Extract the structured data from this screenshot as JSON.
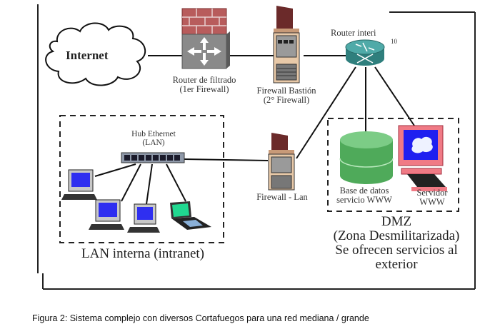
{
  "diagram": {
    "nodes": {
      "internet": {
        "label": "Internet"
      },
      "router_filtrado": {
        "line1": "Router de filtrado",
        "line2": "(1er Firewall)"
      },
      "firewall_bastion": {
        "line1": "Firewall Bastión",
        "line2": "(2° Firewall)"
      },
      "router_interno": {
        "line1": "Router interi",
        "line2": "10"
      },
      "hub": {
        "line1": "Hub Ethernet",
        "line2": "(LAN)"
      },
      "firewall_lan": {
        "label": "Firewall - Lan"
      },
      "base_datos": {
        "line1": "Base de datos",
        "line2": "servicio WWW"
      },
      "servidor": {
        "line1": "Servidor",
        "line2": "WWW"
      }
    },
    "zones": {
      "lan": {
        "label": "LAN interna (intranet)"
      },
      "dmz": {
        "line1": "DMZ",
        "line2": "(Zona Desmilitarizada)",
        "line3": "Se ofrecen servicios al",
        "line4": "exterior"
      }
    },
    "colors": {
      "brick": "#b85c5c",
      "router_gray": "#8a8a8a",
      "router_teal": "#3f9a98",
      "database_green": "#5fba6a",
      "screen_blue": "#2f2ff0",
      "laptop_green": "#20d890",
      "server_pink": "#f07a85",
      "tower_tan": "#e8c9a8"
    }
  },
  "caption": "Figura 2: Sistema complejo con diversos Cortafuegos para una red mediana / grande"
}
